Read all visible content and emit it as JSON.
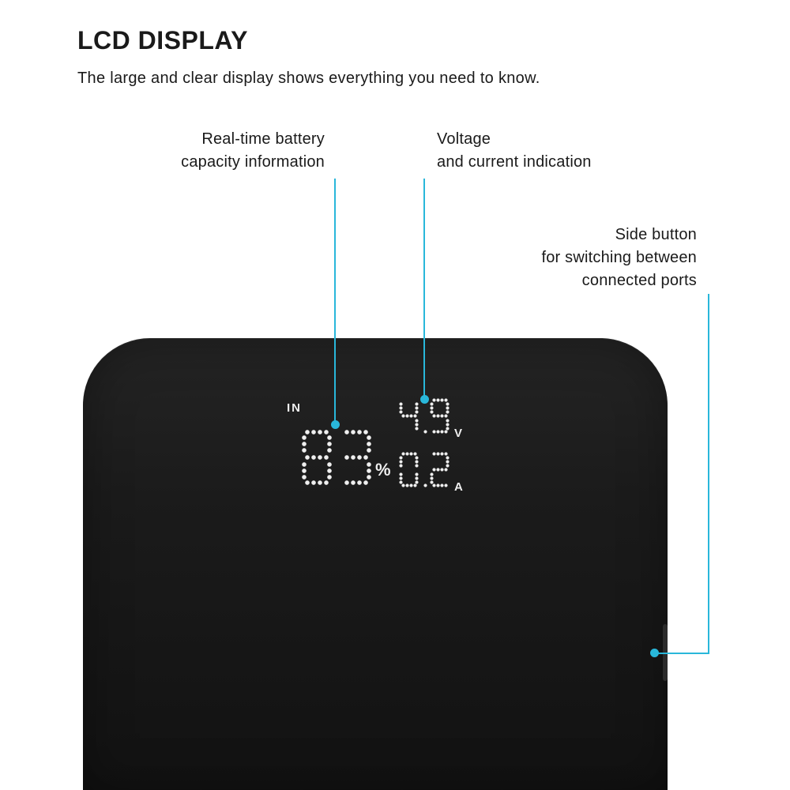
{
  "header": {
    "title": "LCD DISPLAY",
    "subtitle": "The large and clear display shows everything you need to know."
  },
  "callouts": {
    "battery": {
      "lines": [
        "Real-time battery",
        "capacity information"
      ]
    },
    "voltage": {
      "lines": [
        "Voltage",
        "and current indication"
      ]
    },
    "side_button": {
      "lines": [
        "Side button",
        "for switching between",
        "connected ports"
      ]
    }
  },
  "device": {
    "display": {
      "input_label": "IN",
      "battery_percent": "83",
      "percent_symbol": "%",
      "voltage": "4.9",
      "voltage_unit": "V",
      "current": "0.2",
      "current_unit": "A"
    }
  },
  "colors": {
    "accent": "#29b7da",
    "device_light": "#242424",
    "device_dark": "#121212",
    "led": "#efefef",
    "text": "#1a1a1a"
  }
}
